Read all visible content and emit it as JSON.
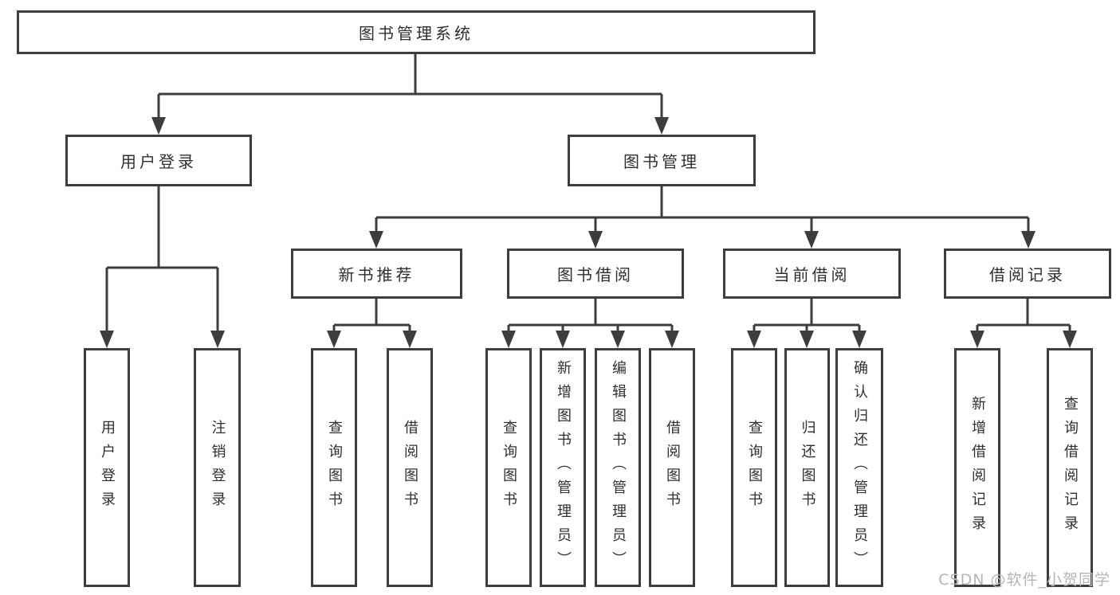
{
  "diagram": {
    "root": {
      "label": "图书管理系统",
      "children": [
        {
          "label": "用户登录",
          "children": [
            {
              "label": "用户登录"
            },
            {
              "label": "注销登录"
            }
          ]
        },
        {
          "label": "图书管理",
          "children": [
            {
              "label": "新书推荐",
              "children": [
                {
                  "label": "查询图书"
                },
                {
                  "label": "借阅图书"
                }
              ]
            },
            {
              "label": "图书借阅",
              "children": [
                {
                  "label": "查询图书"
                },
                {
                  "label": "新增图书（管理员）"
                },
                {
                  "label": "编辑图书（管理员）"
                },
                {
                  "label": "借阅图书"
                }
              ]
            },
            {
              "label": "当前借阅",
              "children": [
                {
                  "label": "查询图书"
                },
                {
                  "label": "归还图书"
                },
                {
                  "label": "确认归还（管理员）"
                }
              ]
            },
            {
              "label": "借阅记录",
              "children": [
                {
                  "label": "新增借阅记录"
                },
                {
                  "label": "查询借阅记录"
                }
              ]
            }
          ]
        }
      ]
    }
  },
  "watermark": {
    "text": "CSDN @软件_小贺同学"
  },
  "colors": {
    "line": "#3d3d3d",
    "text": "#2f2f2f",
    "watermark": "#b5b5b5",
    "background": "#ffffff"
  }
}
